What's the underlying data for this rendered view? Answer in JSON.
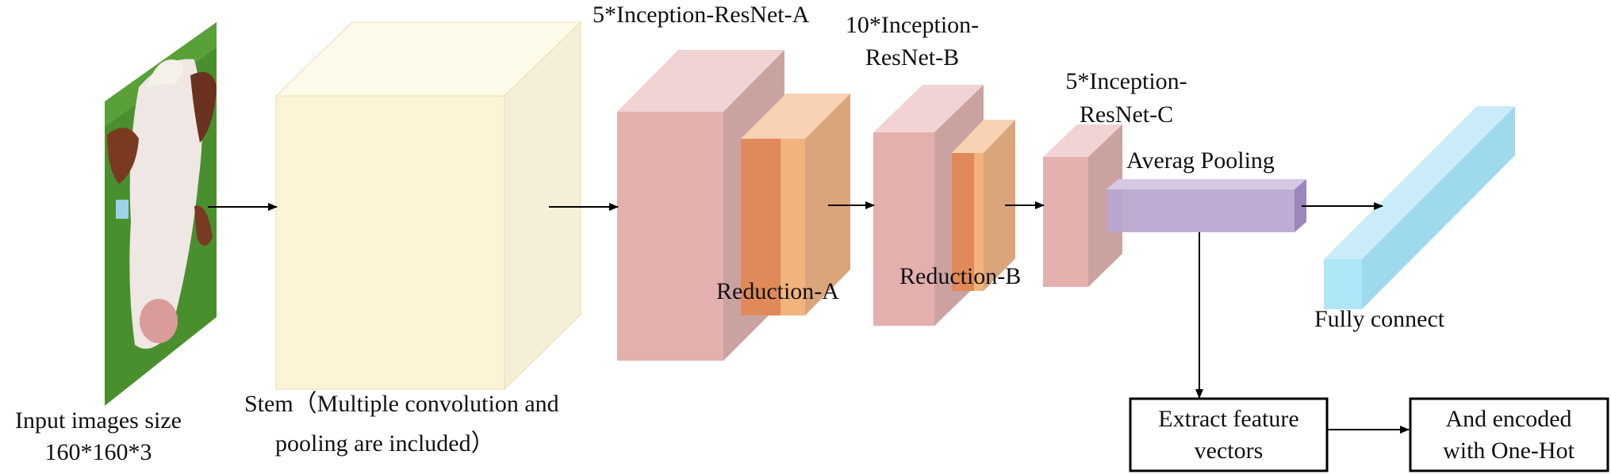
{
  "input": {
    "label_line1": "Input images size",
    "label_line2": "160*160*3",
    "image_subject": "cow-face-photo"
  },
  "stem": {
    "label_line1": "Stem（Multiple convolution and",
    "label_line2": "pooling are included）"
  },
  "inception_a": {
    "label": "5*Inception-ResNet-A"
  },
  "reduction_a": {
    "label": "Reduction-A"
  },
  "inception_b": {
    "label_line1": "10*Inception-",
    "label_line2": "ResNet-B"
  },
  "reduction_b": {
    "label": "Reduction-B"
  },
  "inception_c": {
    "label_line1": "5*Inception-",
    "label_line2": "ResNet-C"
  },
  "avg_pooling": {
    "label": "Averag Pooling"
  },
  "fully_connect": {
    "label": "Fully connect"
  },
  "extract_box": {
    "line1": "Extract feature",
    "line2": "vectors"
  },
  "onehot_box": {
    "line1": "And encoded",
    "line2": "with One-Hot"
  },
  "colors": {
    "stem_front": "#fdf3d6",
    "inception_front": "#e3b0ae",
    "reduction_front": "#f2b37c",
    "pooling_front": "#b9a5cf",
    "fc_front": "#c9ecf8",
    "arrow": "#000000"
  }
}
